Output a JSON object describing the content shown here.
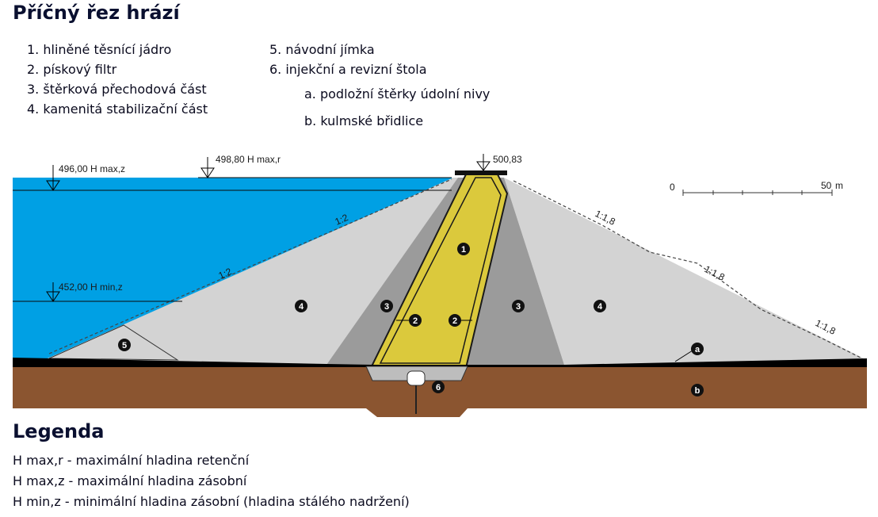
{
  "title": "Příčný řez hrází",
  "components": {
    "left": [
      "1. hliněné těsnící jádro",
      "2. pískový filtr",
      "3. štěrková přechodová část",
      "4. kamenitá stabilizační část"
    ],
    "right": [
      "5. návodní jímka",
      "6. injekční a revizní štola"
    ],
    "sub": [
      "a. podložní štěrky údolní nivy",
      "b. kulmské břidlice"
    ]
  },
  "diagram": {
    "levels": {
      "max_z": "496,00 H max,z",
      "max_r": "498,80 H max,r",
      "crest": "500,83",
      "min_z": "452,00 H min,z"
    },
    "slopes": {
      "up_upper": "1:2",
      "up_lower": "1:2",
      "down_1": "1:1,8",
      "down_2": "1:1,8",
      "down_3": "1:1,8"
    },
    "scale": {
      "start": "0",
      "end": "50",
      "unit": "m"
    },
    "markers": [
      "1",
      "2",
      "2",
      "3",
      "3",
      "4",
      "4",
      "5",
      "6",
      "a",
      "b"
    ],
    "colors": {
      "water": "#00a0e4",
      "core": "#dbc93c",
      "filter_outline": "#1a1a1a",
      "transition": "#9b9b9b",
      "stabilization": "#d3d3d3",
      "ground": "#8b5530",
      "gravel_layer": "#000000"
    }
  },
  "legend": {
    "title": "Legenda",
    "items": [
      "H max,r - maximální hladina retenční",
      "H max,z - maximální hladina zásobní",
      "H min,z - minimální hladina zásobní (hladina stálého nadržení)"
    ]
  }
}
